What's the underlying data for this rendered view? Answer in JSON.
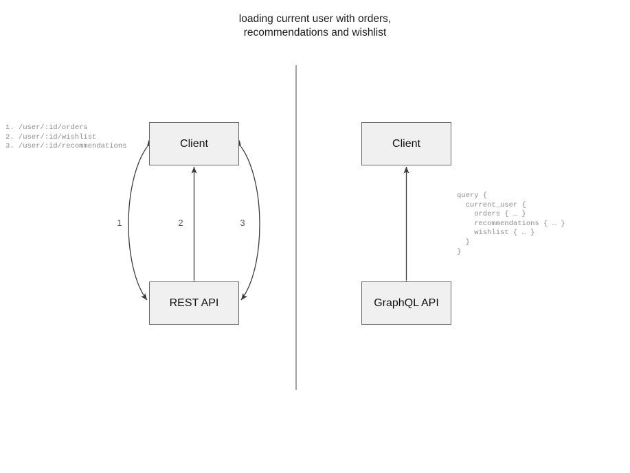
{
  "diagram": {
    "title": "loading current user with orders,\nrecommendations and wishlist",
    "divider": {
      "name": "vertical-divider",
      "color": "#7a7a7a"
    },
    "colors": {
      "node_fill": "#f0f0f0",
      "node_border": "#666666",
      "edge": "#3a3a3a",
      "mono_text": "#8a8a8a",
      "label_text": "#555555",
      "title_text": "#1a1a1a",
      "background": "#ffffff"
    }
  },
  "rest_side": {
    "client_label": "Client",
    "api_label": "REST API",
    "endpoint_list": "1. /user/:id/orders\n2. /user/:id/wishlist\n3. /user/:id/recommendations",
    "endpoints": [
      {
        "number": "1",
        "path": "/user/:id/orders"
      },
      {
        "number": "2",
        "path": "/user/:id/wishlist"
      },
      {
        "number": "3",
        "path": "/user/:id/recommendations"
      }
    ],
    "edge_labels": [
      "1",
      "2",
      "3"
    ]
  },
  "graphql_side": {
    "client_label": "Client",
    "api_label": "GraphQL API",
    "query": "query {\n  current_user {\n    orders { … }\n    recommendations { … }\n    wishlist { … }\n  }\n}"
  }
}
